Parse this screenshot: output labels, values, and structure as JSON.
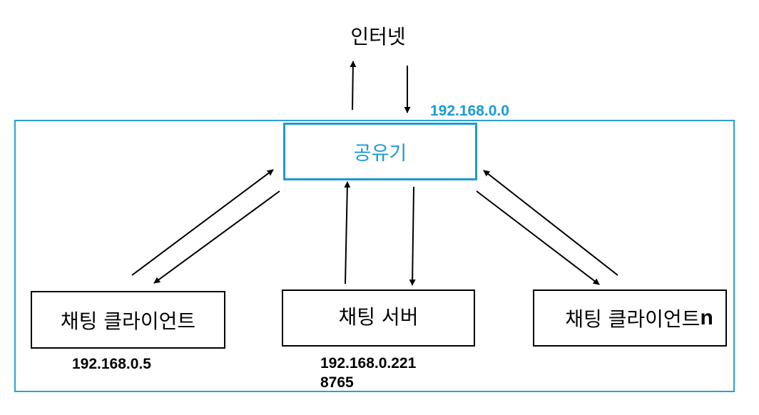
{
  "internet_label": "인터넷",
  "router": {
    "label": "공유기",
    "ip": "192.168.0.0"
  },
  "nodes": {
    "client1": {
      "label": "채팅 클라이언트",
      "ip": "192.168.0.5"
    },
    "server": {
      "label": "채팅 서버",
      "ip": "192.168.0.221",
      "port": "8765"
    },
    "client_n": {
      "label": "채팅 클라이언트",
      "suffix": "n"
    }
  },
  "colors": {
    "accent": "#1b9ad6",
    "line": "#000000"
  }
}
